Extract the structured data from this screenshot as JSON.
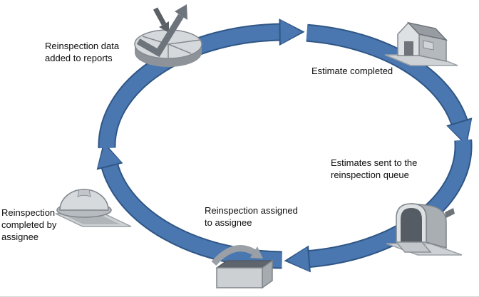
{
  "diagram": {
    "name": "reinspection-cycle",
    "flow": "clockwise",
    "ring_color": "#4a77b0",
    "ring_edge_color": "#2f5685",
    "background": "#ffffff",
    "stages": [
      {
        "id": "estimate-completed",
        "label": "Estimate completed",
        "icon": "house-icon"
      },
      {
        "id": "estimates-sent-to-queue",
        "label": "Estimates sent to the reinspection queue",
        "icon": "mailbox-icon"
      },
      {
        "id": "reinspection-assigned",
        "label": "Reinspection assigned to assignee",
        "icon": "inbox-arrow-icon"
      },
      {
        "id": "reinspection-completed",
        "label": "Reinspection completed by assignee",
        "icon": "hardhat-clipboard-icon"
      },
      {
        "id": "reinspection-data-reports",
        "label": "Reinspection data added to reports",
        "icon": "pie-chart-arrow-icon"
      }
    ]
  }
}
